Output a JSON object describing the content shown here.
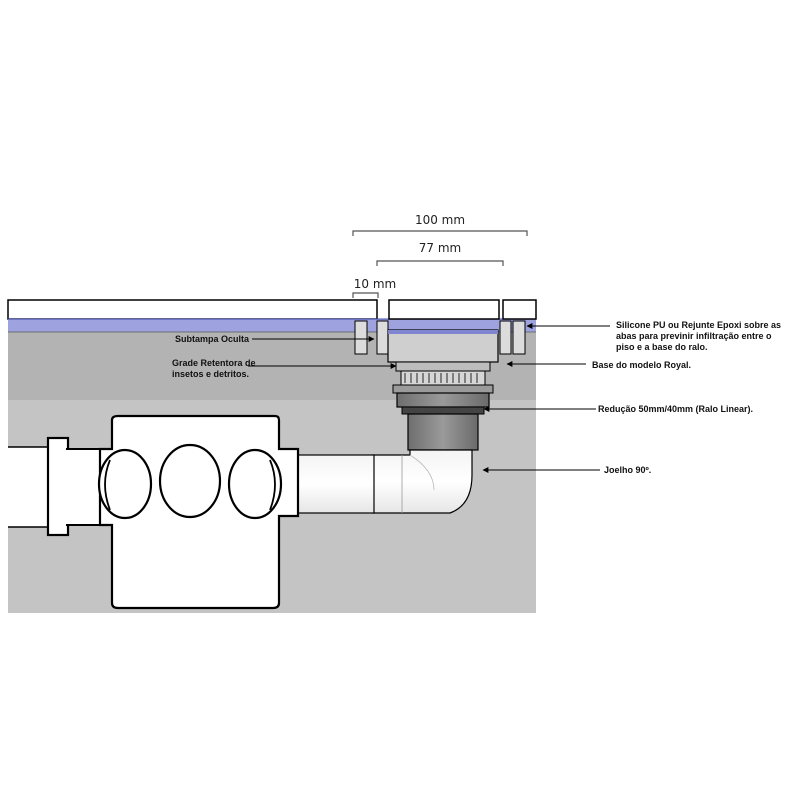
{
  "dimensions": {
    "width_100": "100 mm",
    "width_77": "77 mm",
    "width_10": "10 mm"
  },
  "labels": {
    "subtampa": "Subtampa Oculta",
    "grade_line1": "Grade Retentora de",
    "grade_line2": "insetos e detritos.",
    "silicone_line1": "Silicone PU ou Rejunte Epoxi sobre as",
    "silicone_line2": "abas para previnir infiltração entre o",
    "silicone_line3": "piso e a base do ralo.",
    "base": "Base do modelo Royal.",
    "reducao": "Redução 50mm/40mm (Ralo Linear).",
    "joelho": "Joelho 90º."
  },
  "colors": {
    "floor_layer": "#b3b3b3",
    "soil_layer": "#c4c4c4",
    "sealant": "#8a8fd6",
    "outline": "#000000"
  }
}
